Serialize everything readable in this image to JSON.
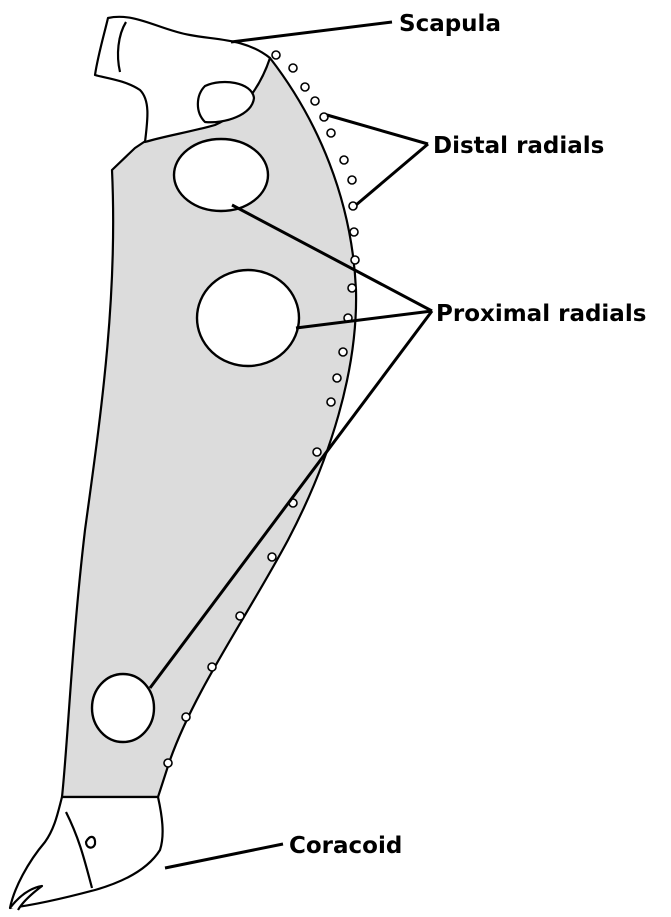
{
  "labels": {
    "scapula": "Scapula",
    "distal_radials": "Distal radials",
    "proximal_radials": "Proximal radials",
    "coracoid": "Coracoid"
  }
}
